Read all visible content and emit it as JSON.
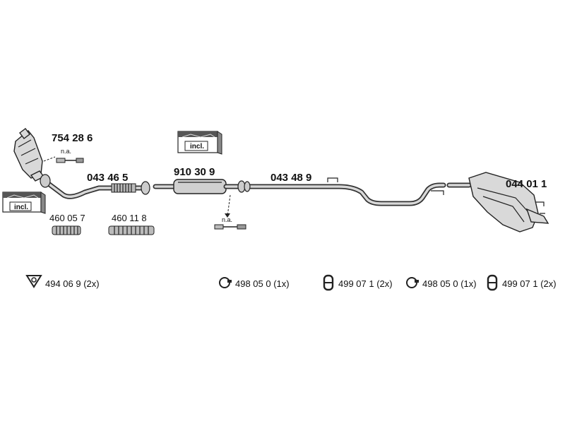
{
  "parts": {
    "catalytic_converter": "754 28 6",
    "front_pipe": "043 46 5",
    "middle_silencer": "910 30 9",
    "middle_pipe": "043 48 9",
    "rear_silencer": "044 01 1",
    "flex_pipe_a": "460 05 7",
    "flex_pipe_b": "460 11 8"
  },
  "notes": {
    "na_cat": "n.a.",
    "na_middle": "n.a.",
    "incl_cat": "incl.",
    "incl_middle": "incl."
  },
  "fittings": [
    {
      "icon": "gasket-icon",
      "label": "494 06 9  (2x)"
    },
    {
      "icon": "clamp-ring-icon",
      "label": "498 05 0 (1x)"
    },
    {
      "icon": "rubber-mount-icon",
      "label": "499 07 1 (2x)"
    },
    {
      "icon": "clamp-ring-icon",
      "label": "498 05 0 (1x)"
    },
    {
      "icon": "rubber-mount-icon",
      "label": "499 07 1 (2x)"
    }
  ]
}
